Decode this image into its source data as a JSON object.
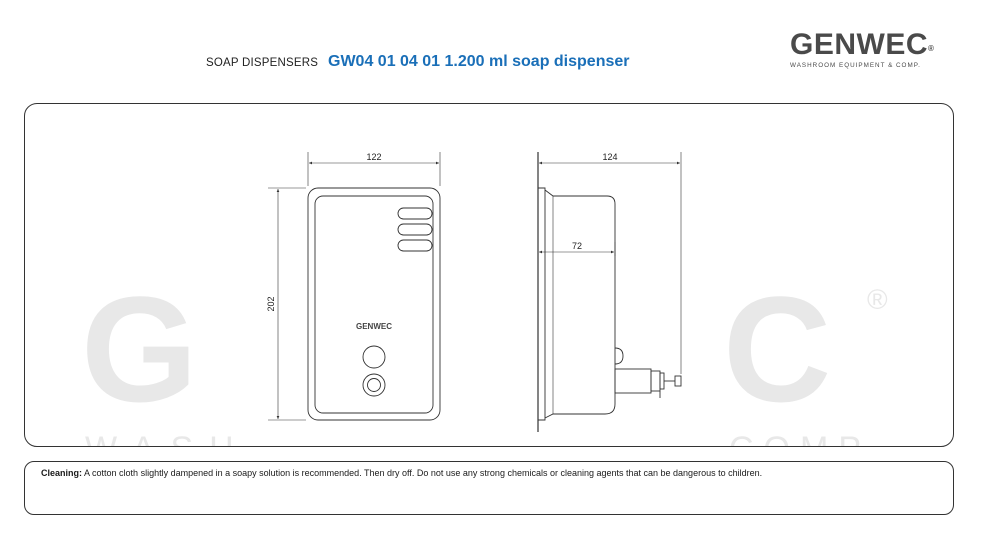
{
  "header": {
    "category": "SOAP DISPENSERS",
    "product": "GW04 01 04 01 1.200 ml soap dispenser"
  },
  "logo": {
    "wordmark": "GENWEC",
    "registered": "®",
    "tagline": "WASHROOM EQUIPMENT & COMP."
  },
  "watermark": {
    "left_letter": "G",
    "right_letter": "C",
    "registered": "®",
    "left_word": "WASH",
    "right_word": "COMP."
  },
  "drawing": {
    "front_view": {
      "width_label": "122",
      "height_label": "202",
      "brand_label": "GENWEC"
    },
    "side_view": {
      "depth_label": "124",
      "inner_label": "72"
    }
  },
  "note": {
    "label": "Cleaning:",
    "text": "A cotton cloth slightly dampened in a soapy solution is recommended. Then dry off. Do not use any strong chemicals or cleaning agents that can be dangerous to children."
  },
  "colors": {
    "accent": "#1a6fb8",
    "logo": "#4a4a4a",
    "watermark": "#e8e8e8"
  }
}
